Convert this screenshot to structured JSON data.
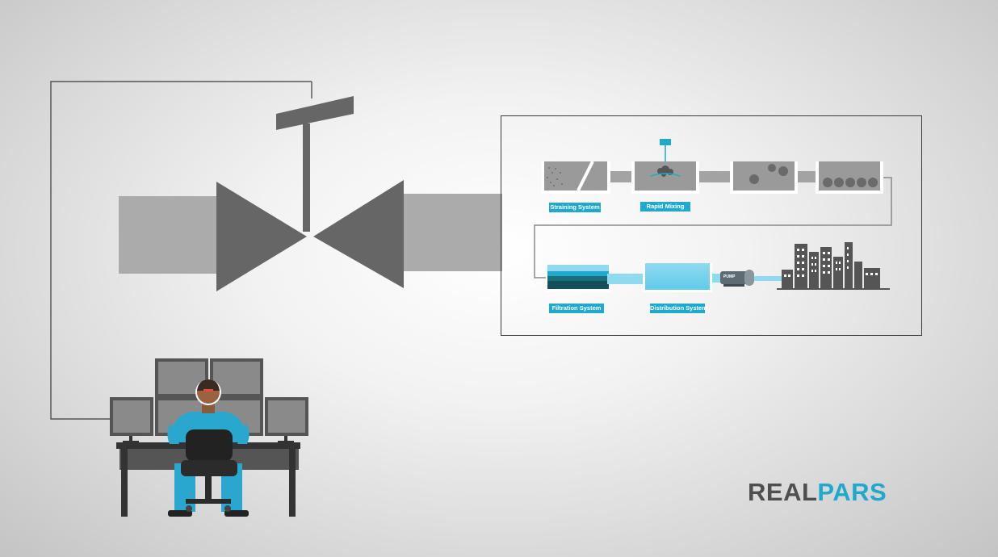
{
  "process": {
    "steps": [
      {
        "label": "Straining System"
      },
      {
        "label": "Rapid Mixing"
      },
      {
        "label": "Filtration System"
      },
      {
        "label": "Distribution System"
      }
    ],
    "pump_label": "PUMP"
  },
  "logo": {
    "part1": "REAL",
    "part2": "PARS"
  },
  "colors": {
    "accent": "#1fa9cf",
    "valve": "#666666",
    "pipe": "#a8a8a8",
    "line": "#3a3a3a",
    "shirt": "#2aa7cf",
    "logo_dark": "#4f4f4f"
  }
}
